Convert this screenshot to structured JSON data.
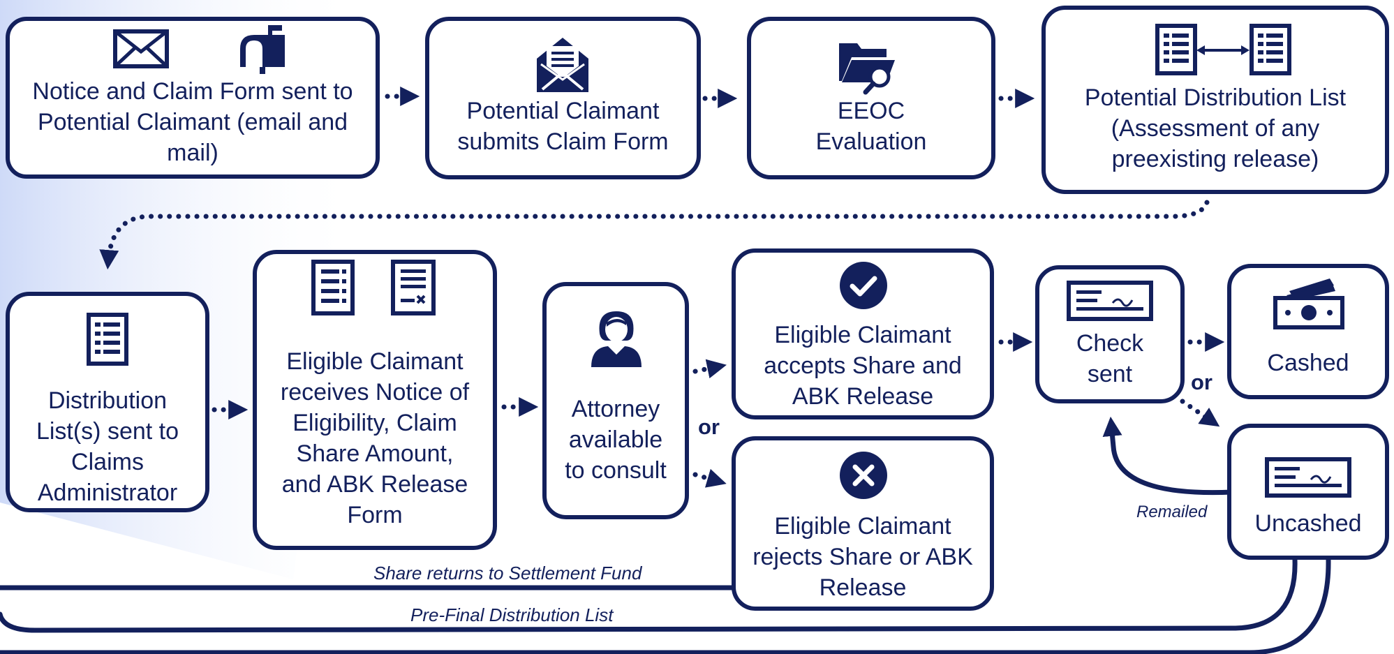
{
  "nodes": {
    "notice": "Notice and Claim Form sent to Potential Claimant (email and mail)",
    "submits": "Potential Claimant submits Claim Form",
    "eeoc": "EEOC Evaluation",
    "potential_list": "Potential Distribution List (Assessment of any preexisting release)",
    "distribution": "Distribution List(s) sent to Claims Administrator",
    "eligible_receives": "Eligible Claimant receives Notice of Eligibility, Claim Share Amount, and ABK Release Form",
    "attorney": "Attorney available to consult",
    "accepts": "Eligible Claimant accepts Share and ABK Release",
    "rejects": "Eligible Claimant rejects Share or ABK Release",
    "check": "Check sent",
    "cashed": "Cashed",
    "uncashed": "Uncashed"
  },
  "labels": {
    "or_1": "or",
    "or_2": "or",
    "remailed": "Remailed",
    "share_returns": "Share returns to Settlement Fund",
    "pre_final": "Pre-Final Distribution List"
  },
  "colors": {
    "primary": "#13205c",
    "background": "#ffffff",
    "wedge": "#c9d6f7"
  },
  "icons": [
    "envelope-icon",
    "mailbox-icon",
    "open-envelope-letter-icon",
    "folder-search-icon",
    "document-list-icon",
    "bidirectional-arrow-icon",
    "check-circle-icon",
    "x-circle-icon",
    "person-icon",
    "check-document-icon",
    "cash-icon",
    "form-signature-icon"
  ]
}
